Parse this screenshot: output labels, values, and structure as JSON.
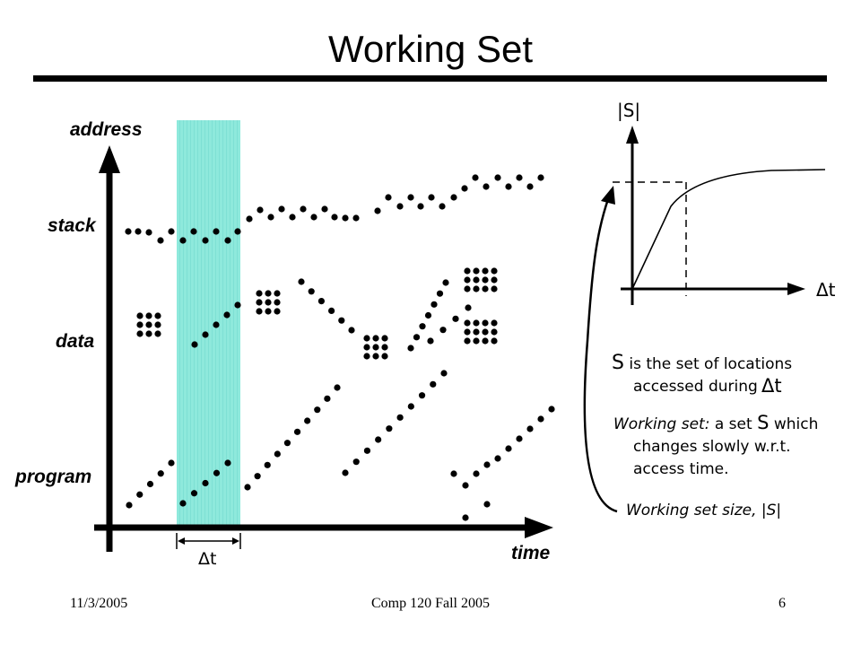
{
  "slide": {
    "title": "Working Set",
    "footer_date": "11/3/2005",
    "footer_course": "Comp 120 Fall 2005",
    "footer_page": "6"
  },
  "left_diagram": {
    "y_axis_label": "address",
    "x_axis_label": "time",
    "regions": [
      "stack",
      "data",
      "program"
    ],
    "window_label": "Δt",
    "window_color": "#7fe6d8"
  },
  "right_diagram": {
    "y_axis_label": "|S|",
    "x_axis_label": "Δt"
  },
  "notes": {
    "line1a": "S",
    "line1b": " is the set of locations",
    "line2": "accessed during",
    "line2_symbol": "Δt",
    "line3a": "Working set:",
    "line3b": "  a set ",
    "line3c": "S",
    "line3d": " which",
    "line4": "changes slowly w.r.t.",
    "line5": "access time.",
    "line6": "Working set size, |S|"
  }
}
